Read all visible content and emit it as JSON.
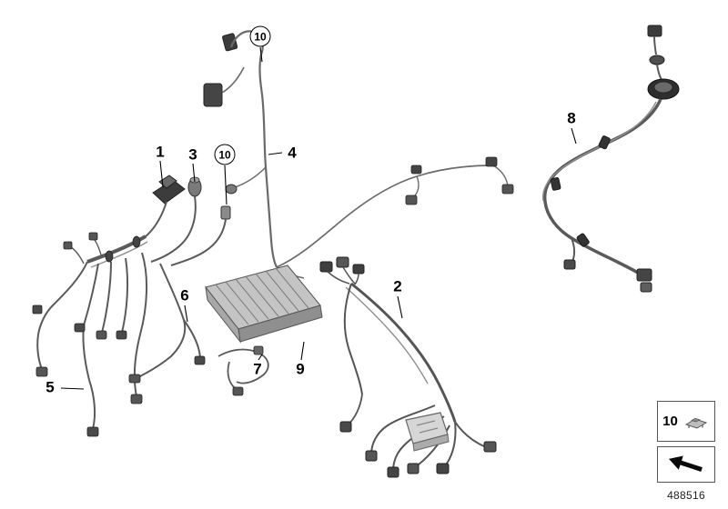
{
  "part_number": "488516",
  "callouts": [
    {
      "label": "1",
      "circled": false
    },
    {
      "label": "3",
      "circled": false
    },
    {
      "label": "10",
      "circled": true
    },
    {
      "label": "10",
      "circled": true
    },
    {
      "label": "4",
      "circled": false
    },
    {
      "label": "2",
      "circled": false
    },
    {
      "label": "5",
      "circled": false
    },
    {
      "label": "6",
      "circled": false
    },
    {
      "label": "7",
      "circled": false
    },
    {
      "label": "9",
      "circled": false
    },
    {
      "label": "8",
      "circled": false
    }
  ],
  "legend": {
    "clip_label": "10",
    "clip_icon": "cable-clip-icon",
    "direction_icon": "direction-arrow-icon"
  },
  "colors": {
    "background": "#ffffff",
    "line_art": "#5a5a5a",
    "callout_text": "#000000"
  }
}
